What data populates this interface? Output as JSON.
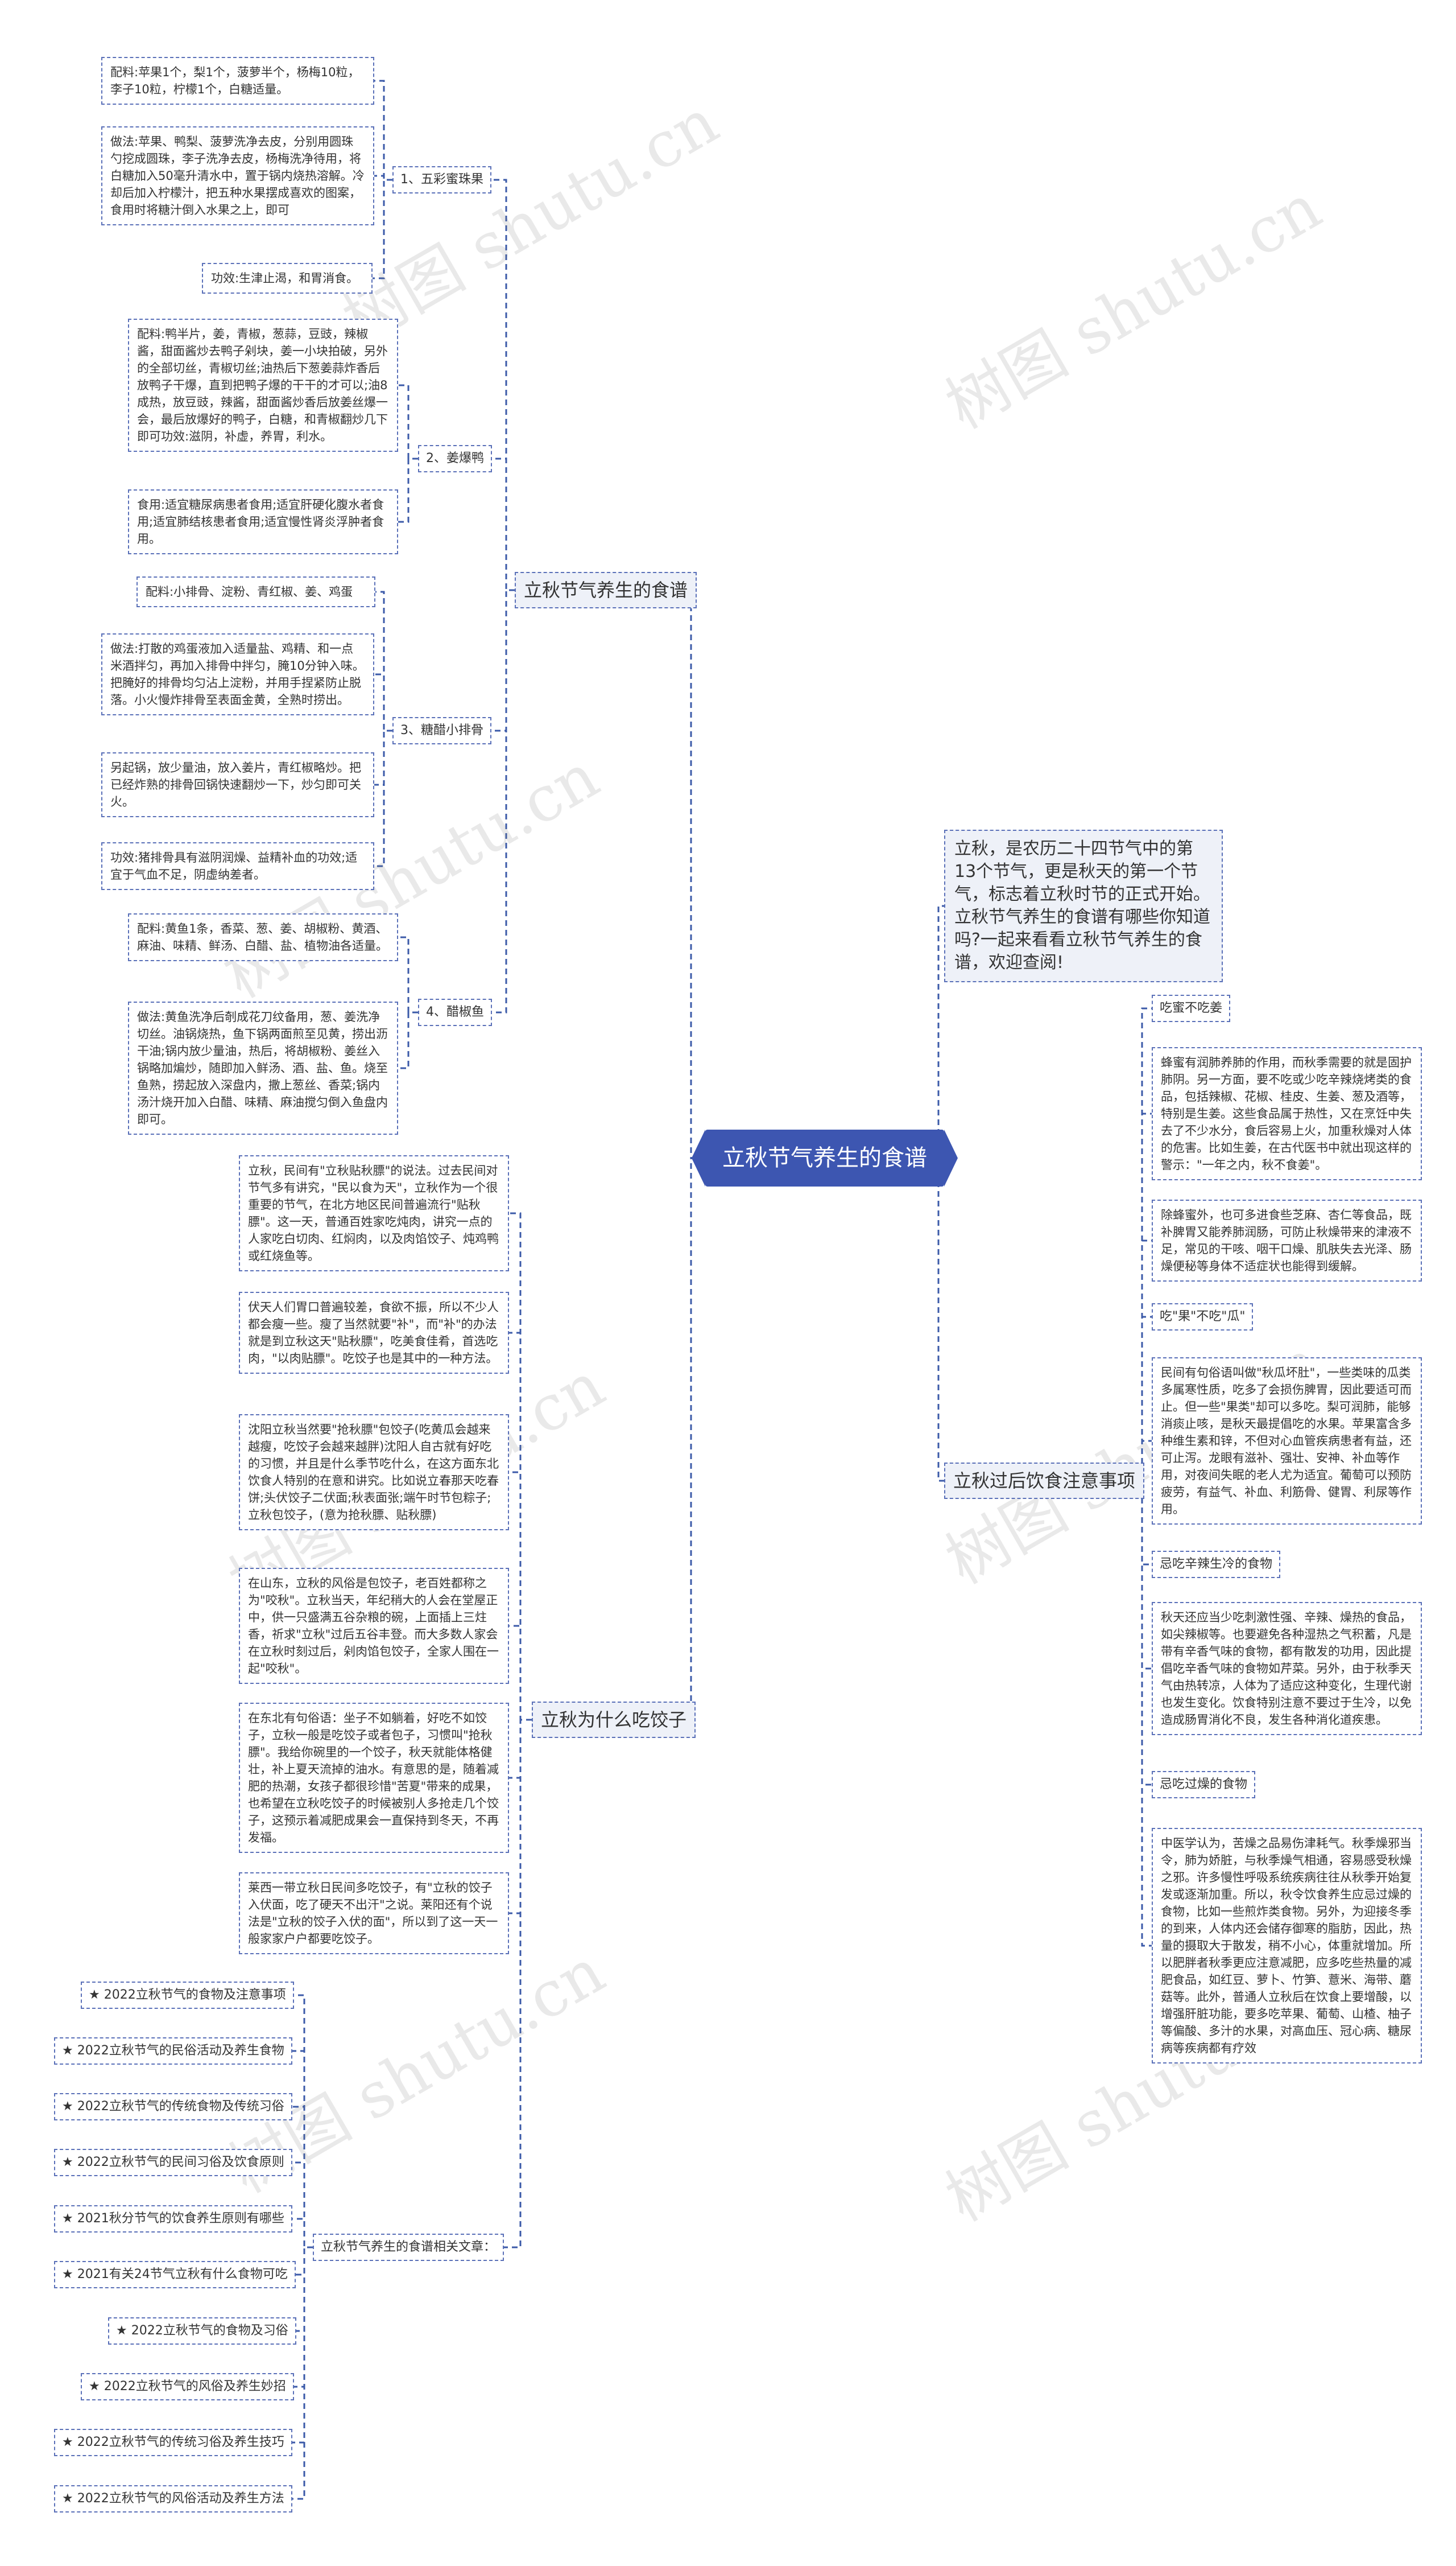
{
  "center": "立秋节气养生的食谱",
  "intro": "立秋，是农历二十四节气中的第13个节气，更是秋天的第一个节气，标志着立秋时节的正式开始。立秋节气养生的食谱有哪些你知道吗?一起来看看立秋节气养生的食谱，欢迎查阅!",
  "branches": {
    "recipes": "立秋节气养生的食谱",
    "dumplings": "立秋为什么吃饺子",
    "diet": "立秋过后饮食注意事项",
    "related": "立秋节气养生的食谱相关文章："
  },
  "recipes": [
    {
      "title": "1、五彩蜜珠果",
      "items": [
        "配料:苹果1个，梨1个，菠萝半个，杨梅10粒，李子10粒，柠檬1个，白糖适量。",
        "做法:苹果、鸭梨、菠萝洗净去皮，分别用圆珠勺挖成圆珠，李子洗净去皮，杨梅洗净待用，将白糖加入50毫升清水中，置于锅内烧热溶解。冷却后加入柠檬汁，把五种水果摆成喜欢的图案，食用时将糖汁倒入水果之上，即可",
        "功效:生津止渴，和胃消食。"
      ]
    },
    {
      "title": "2、姜爆鸭",
      "items": [
        "配料:鸭半片，姜，青椒，葱蒜，豆豉，辣椒酱，甜面酱炒去鸭子剁块，姜一小块拍破，另外的全部切丝，青椒切丝;油热后下葱姜蒜炸香后放鸭子干爆，直到把鸭子爆的干干的才可以;油8成热，放豆豉，辣酱，甜面酱炒香后放姜丝爆一会，最后放爆好的鸭子，白糖，和青椒翻炒几下即可功效:滋阴，补虚，养胃，利水。",
        "食用:适宜糖尿病患者食用;适宜肝硬化腹水者食用;适宜肺结核患者食用;适宜慢性肾炎浮肿者食用。"
      ]
    },
    {
      "title": "3、糖醋小排骨",
      "items": [
        "配料:小排骨、淀粉、青红椒、姜、鸡蛋",
        "做法:打散的鸡蛋液加入适量盐、鸡精、和一点米酒拌匀，再加入排骨中拌匀，腌10分钟入味。把腌好的排骨均匀沾上淀粉，并用手捏紧防止脱落。小火慢炸排骨至表面金黄，全熟时捞出。",
        "另起锅，放少量油，放入姜片，青红椒略炒。把已经炸熟的排骨回锅快速翻炒一下，炒匀即可关火。",
        "功效:猪排骨具有滋阴润燥、益精补血的功效;适宜于气血不足，阴虚纳差者。"
      ]
    },
    {
      "title": "4、醋椒鱼",
      "items": [
        "配料:黄鱼1条，香菜、葱、姜、胡椒粉、黄酒、麻油、味精、鲜汤、白醋、盐、植物油各适量。",
        "做法:黄鱼洗净后剞成花刀纹备用，葱、姜洗净切丝。油锅烧热，鱼下锅两面煎至见黄，捞出沥干油;锅内放少量油，热后，将胡椒粉、姜丝入锅略加煸炒，随即加入鲜汤、酒、盐、鱼。烧至鱼熟，捞起放入深盘内，撒上葱丝、香菜;锅内汤汁烧开加入白醋、味精、麻油搅匀倒入鱼盘内即可。"
      ]
    }
  ],
  "dumplings": [
    "立秋，民间有\"立秋贴秋膘\"的说法。过去民间对节气多有讲究，\"民以食为天\"，立秋作为一个很重要的节气，在北方地区民间普遍流行\"贴秋膘\"。这一天，普通百姓家吃炖肉，讲究一点的人家吃白切肉、红焖肉，以及肉馅饺子、炖鸡鸭或红烧鱼等。",
    "伏天人们胃口普遍较差，食欲不振，所以不少人都会瘦一些。瘦了当然就要\"补\"，而\"补\"的办法就是到立秋这天\"贴秋膘\"，吃美食佳肴，首选吃肉，\"以肉贴膘\"。吃饺子也是其中的一种方法。",
    "沈阳立秋当然要\"抢秋膘\"包饺子(吃黄瓜会越来越瘦，吃饺子会越来越胖)沈阳人自古就有好吃的习惯，并且是什么季节吃什么，在这方面东北饮食人特别的在意和讲究。比如说立春那天吃春饼;头伏饺子二伏面;秋表面张;端午时节包粽子;立秋包饺子，(意为抢秋膘、贴秋膘)",
    "在山东，立秋的风俗是包饺子，老百姓都称之为\"咬秋\"。立秋当天，年纪稍大的人会在堂屋正中，供一只盛满五谷杂粮的碗，上面插上三炷香，祈求\"立秋\"过后五谷丰登。而大多数人家会在立秋时刻过后，剁肉馅包饺子，全家人围在一起\"咬秋\"。",
    "在东北有句俗语：坐子不如躺着，好吃不如饺子，立秋一般是吃饺子或者包子，习惯叫\"抢秋膘\"。我给你碗里的一个饺子，秋天就能体格健壮，补上夏天流掉的油水。有意思的是，随着减肥的热潮，女孩子都很珍惜\"苦夏\"带来的成果，也希望在立秋吃饺子的时候被别人多抢走几个饺子，这预示着减肥成果会一直保持到冬天，不再发福。",
    "莱西一带立秋日民间多吃饺子，有\"立秋的饺子入伏面，吃了硬天不出汗\"之说。莱阳还有个说法是\"立秋的饺子入伏的面\"，所以到了这一天一般家家户户都要吃饺子。"
  ],
  "diet": [
    {
      "kind": "tag",
      "text": "吃蜜不吃姜"
    },
    {
      "kind": "leaf",
      "text": "蜂蜜有润肺养肺的作用，而秋季需要的就是固护肺阴。另一方面，要不吃或少吃辛辣烧烤类的食品，包括辣椒、花椒、桂皮、生姜、葱及酒等，特别是生姜。这些食品属于热性，又在烹饪中失去了不少水分，食后容易上火，加重秋燥对人体的危害。比如生姜，在古代医书中就出现这样的警示：\"一年之内，秋不食姜\"。"
    },
    {
      "kind": "leaf",
      "text": "除蜂蜜外，也可多进食些芝麻、杏仁等食品，既补脾胃又能养肺润肠，可防止秋燥带来的津液不足，常见的干咳、咽干口燥、肌肤失去光泽、肠燥便秘等身体不适症状也能得到缓解。"
    },
    {
      "kind": "tag",
      "text": "吃\"果\"不吃\"瓜\""
    },
    {
      "kind": "leaf",
      "text": "民间有句俗语叫做\"秋瓜坏肚\"，一些类味的瓜类多属寒性质，吃多了会损伤脾胃，因此要适可而止。但一些\"果类\"却可以多吃。梨可润肺，能够消痰止咳，是秋天最提倡吃的水果。苹果富含多种维生素和锌，不但对心血管疾病患者有益，还可止泻。龙眼有滋补、强壮、安神、补血等作用，对夜间失眠的老人尤为适宜。葡萄可以预防疲劳，有益气、补血、利筋骨、健胃、利尿等作用。"
    },
    {
      "kind": "tag",
      "text": "忌吃辛辣生冷的食物"
    },
    {
      "kind": "leaf",
      "text": "秋天还应当少吃刺激性强、辛辣、燥热的食品，如尖辣椒等。也要避免各种湿热之气积蓄，凡是带有辛香气味的食物，都有散发的功用，因此提倡吃辛香气味的食物如芹菜。另外，由于秋季天气由热转凉，人体为了适应这种变化，生理代谢也发生变化。饮食特别注意不要过于生冷，以免造成肠胃消化不良，发生各种消化道疾患。"
    },
    {
      "kind": "tag",
      "text": "忌吃过燥的食物"
    },
    {
      "kind": "leaf",
      "text": "中医学认为，苦燥之品易伤津耗气。秋季燥邪当令，肺为娇脏，与秋季燥气相通，容易感受秋燥之邪。许多慢性呼吸系统疾病往往从秋季开始复发或逐渐加重。所以，秋令饮食养生应忌过燥的食物，比如一些煎炸类食物。另外，为迎接冬季的到来，人体内还会储存御寒的脂肪，因此，热量的摄取大于散发，稍不小心，体重就增加。所以肥胖者秋季更应注意减肥，应多吃些热量的减肥食品，如红豆、萝卜、竹笋、薏米、海带、蘑菇等。此外，普通人立秋后在饮食上要增酸，以增强肝脏功能，要多吃苹果、葡萄、山楂、柚子等偏酸、多汁的水果，对高血压、冠心病、糖尿病等疾病都有疗效"
    }
  ],
  "related": [
    "★ 2022立秋节气的食物及注意事项",
    "★ 2022立秋节气的民俗活动及养生食物",
    "★ 2022立秋节气的传统食物及传统习俗",
    "★ 2022立秋节气的民间习俗及饮食原则",
    "★ 2021秋分节气的饮食养生原则有哪些",
    "★ 2021有关24节气立秋有什么食物可吃",
    "★ 2022立秋节气的食物及习俗",
    "★ 2022立秋节气的风俗及养生妙招",
    "★ 2022立秋节气的传统习俗及养生技巧",
    "★ 2022立秋节气的风俗活动及养生方法"
  ],
  "watermarks": [
    "树图 shutu.cn",
    "树图 shutu.cn",
    "树图 shutu.cn",
    "树图 shutu.cn",
    "树图 shutu.cn",
    "树图 shutu.cn",
    "树图 shutu.cn"
  ],
  "colors": {
    "center_bg": "#3d56b1",
    "line": "#3b5aa8",
    "branch_bg": "#eef1f8"
  }
}
